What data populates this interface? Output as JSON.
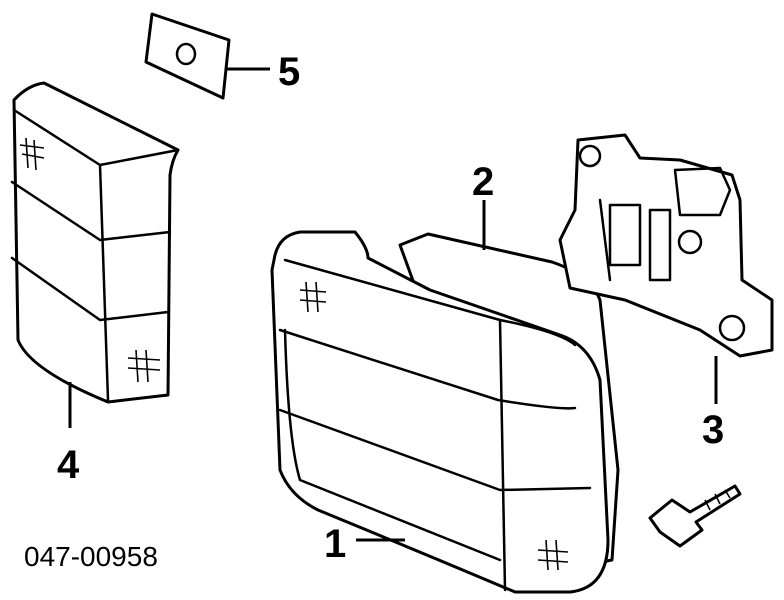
{
  "callouts": {
    "one": "1",
    "two": "2",
    "three": "3",
    "four": "4",
    "five": "5"
  },
  "part_code": "047-00958"
}
